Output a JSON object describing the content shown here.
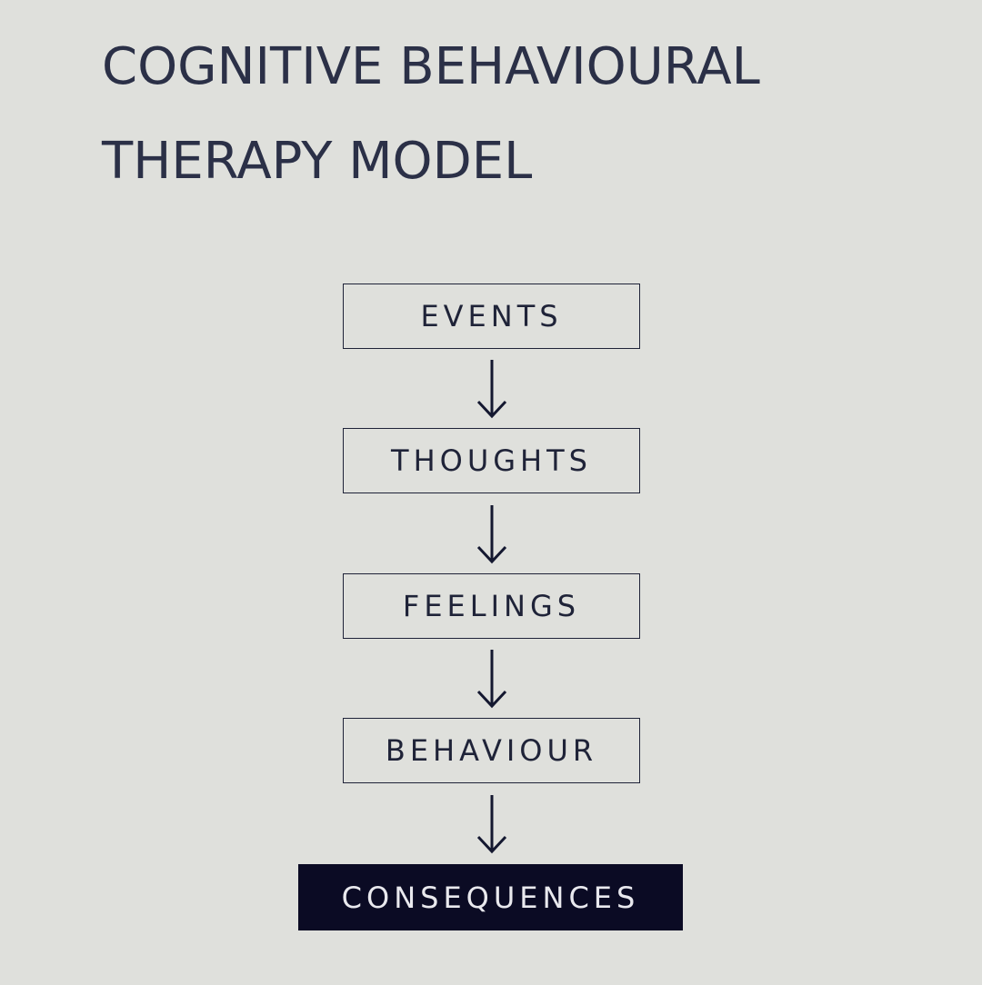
{
  "title": {
    "line1": "COGNITIVE BEHAVIOURAL",
    "line2": "THERAPY MODEL"
  },
  "steps": [
    {
      "label": "EVENTS"
    },
    {
      "label": "THOUGHTS"
    },
    {
      "label": "FEELINGS"
    },
    {
      "label": "BEHAVIOUR"
    },
    {
      "label": "CONSEQUENCES",
      "highlighted": true
    }
  ],
  "colors": {
    "background": "#dfe0dc",
    "text": "#2b3047",
    "box_border": "#1f2338",
    "highlight_fill": "#0b0b24",
    "highlight_text": "#e9e9ee"
  },
  "icons": {
    "connector": "arrow-down-icon"
  }
}
